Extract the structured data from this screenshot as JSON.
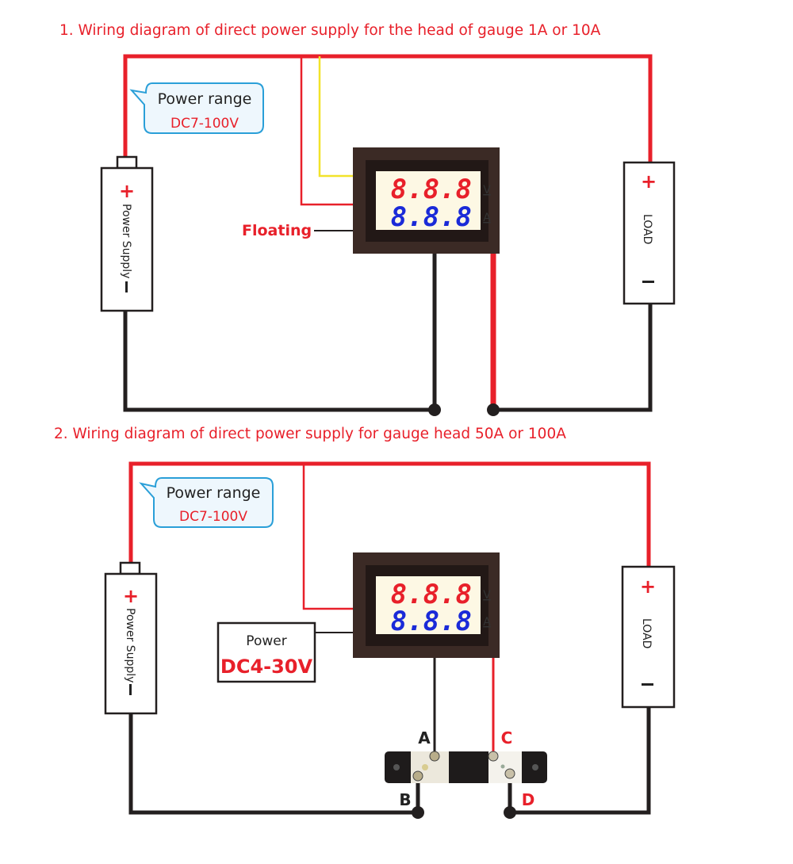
{
  "colors": {
    "wire_positive": "#e8202a",
    "wire_negative": "#231f1f",
    "wire_signal": "#f2e32a",
    "callout_border": "#2a9fd8",
    "digits_voltage": "#e8202a",
    "digits_current": "#1a2ad8"
  },
  "diagram1": {
    "title": "1. Wiring diagram of direct power supply for the head of gauge 1A or 10A",
    "callout": {
      "line1": "Power range",
      "line2": "DC7-100V"
    },
    "floating_label": "Floating",
    "meter": {
      "voltage_digits": "8.8.8",
      "voltage_unit": "V",
      "current_digits": "8.8.8",
      "current_unit": "A"
    },
    "power_supply": {
      "plus": "+",
      "label": "Power Supply",
      "minus": "−"
    },
    "load": {
      "plus": "+",
      "label": "LOAD",
      "minus": "−"
    }
  },
  "diagram2": {
    "title": "2. Wiring diagram of direct power supply for gauge head 50A or 100A",
    "callout": {
      "line1": "Power range",
      "line2": "DC7-100V"
    },
    "power_box": {
      "line1": "Power",
      "line2": "DC4-30V"
    },
    "meter": {
      "voltage_digits": "8.8.8",
      "voltage_unit": "V",
      "current_digits": "8.8.8",
      "current_unit": "A"
    },
    "power_supply": {
      "plus": "+",
      "label": "Power Supply",
      "minus": "−"
    },
    "load": {
      "plus": "+",
      "label": "LOAD",
      "minus": "−"
    },
    "shunt_terminals": {
      "a": "A",
      "b": "B",
      "c": "C",
      "d": "D"
    }
  }
}
